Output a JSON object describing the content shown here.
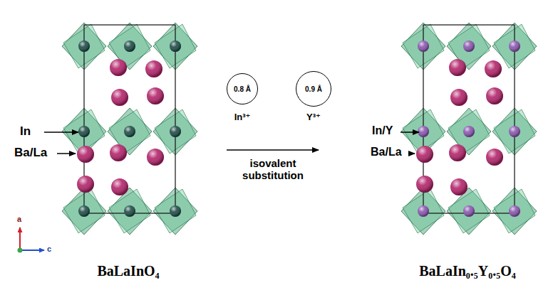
{
  "diagram": {
    "nodes": [
      {
        "text": [
          "0.8 Å"
        ]
      },
      {
        "text": [
          "0.9 Å"
        ]
      }
    ],
    "labels": [
      "In",
      "Ba/La",
      "In³⁺",
      "Y³⁺",
      "isovalent substitution",
      "In/Y",
      "Ba/La",
      "a",
      "c",
      "BaLaInO₄",
      "BaLaIn₀.₅Y₀.₅O₄"
    ]
  }
}
